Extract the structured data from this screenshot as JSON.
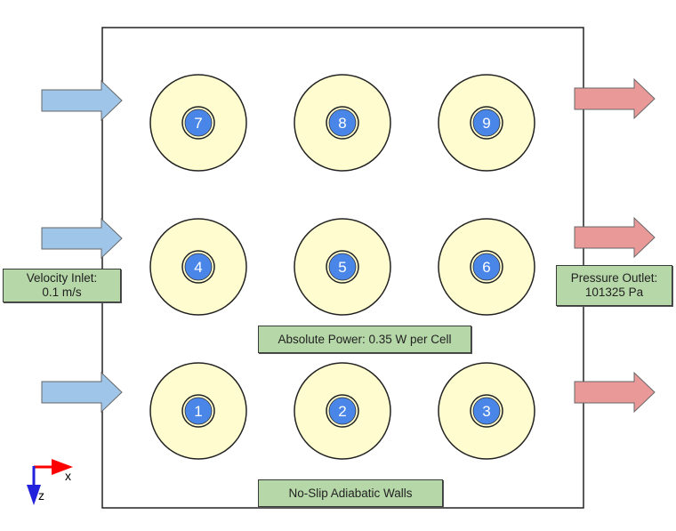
{
  "labels": {
    "inlet": "Velocity Inlet:\n0.1 m/s",
    "outlet": "Pressure Outlet:\n101325 Pa",
    "power": "Absolute Power: 0.35 W per Cell",
    "walls": "No-Slip Adiabatic Walls"
  },
  "axes": {
    "x": "x",
    "z": "z"
  },
  "cells": [
    {
      "id": "7"
    },
    {
      "id": "8"
    },
    {
      "id": "9"
    },
    {
      "id": "4"
    },
    {
      "id": "5"
    },
    {
      "id": "6"
    },
    {
      "id": "1"
    },
    {
      "id": "2"
    },
    {
      "id": "3"
    }
  ],
  "colors": {
    "inlet_arrow": "#9fc5e8",
    "outlet_arrow": "#ea9999",
    "cell_outer": "#fffdd0",
    "cell_core": "#4a86e8",
    "label_bg": "#b6d7a8",
    "axis_x": "#ff0000",
    "axis_z": "#2222dd"
  }
}
